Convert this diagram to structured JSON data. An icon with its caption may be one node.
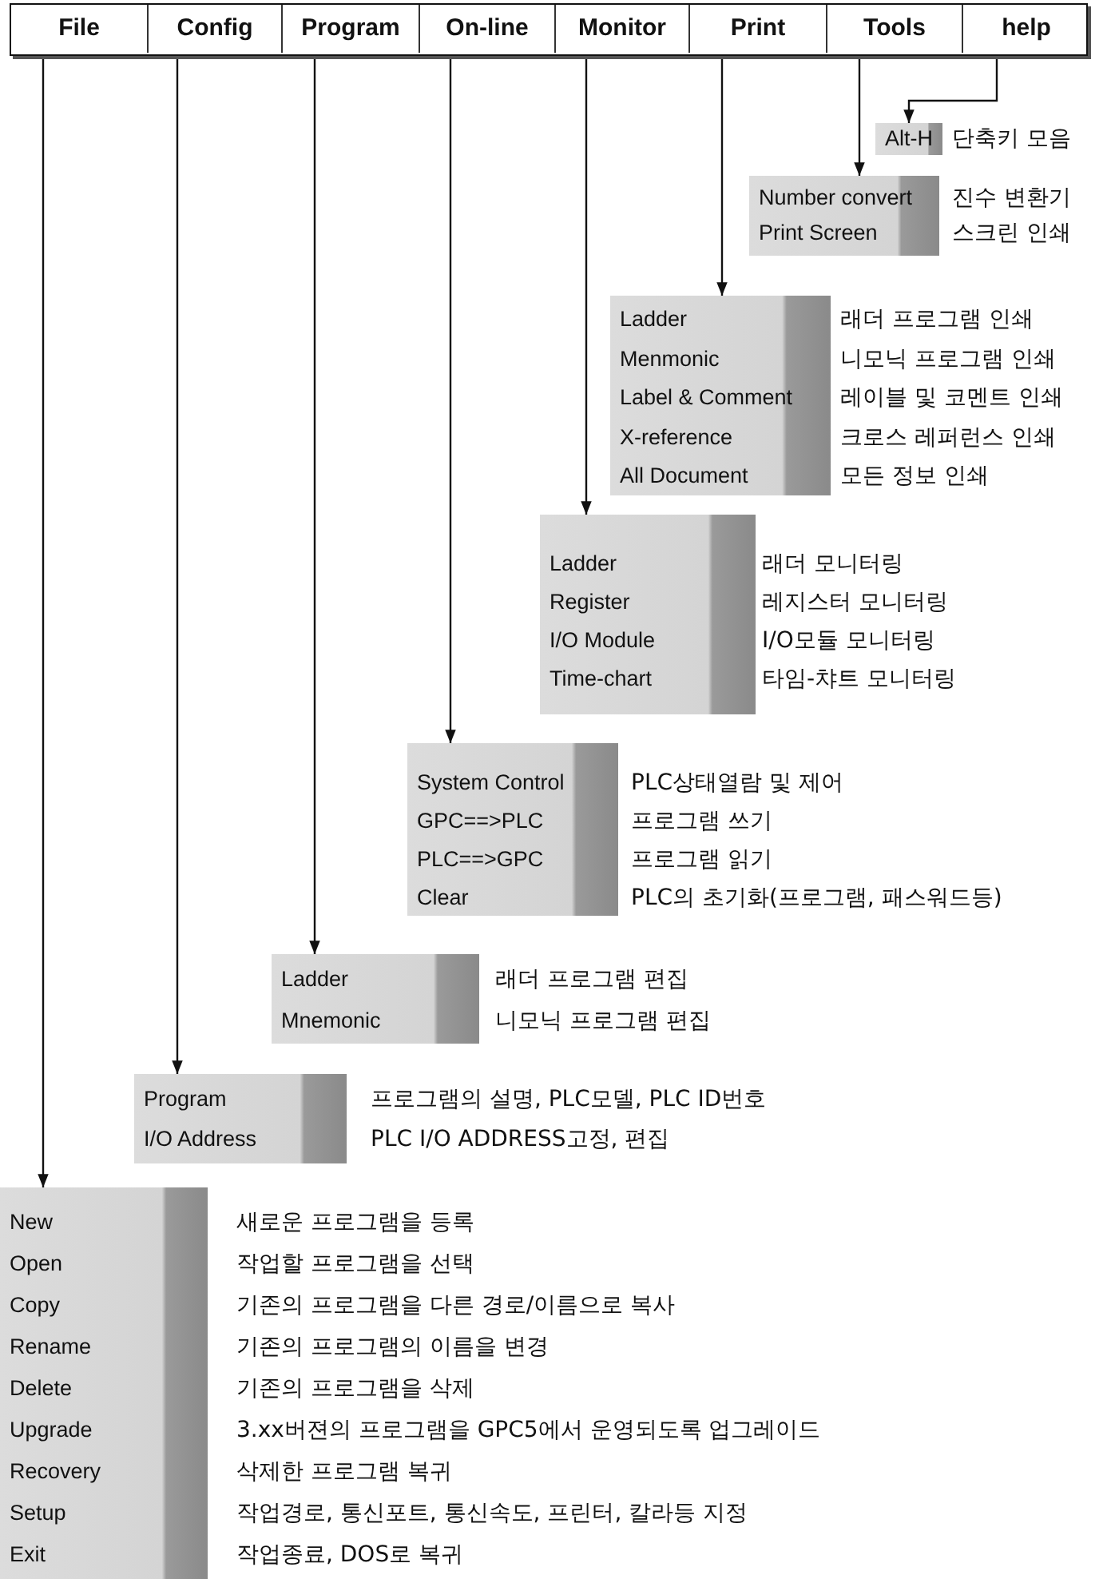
{
  "diagram": {
    "nodes": [
      {
        "text": [],
        "shape": "bar"
      },
      {
        "text": [
          "File"
        ],
        "in": 0
      },
      {
        "text": [
          "Config"
        ],
        "in": 0
      },
      {
        "text": [
          "Program"
        ],
        "in": 0
      },
      {
        "text": [
          "On-line"
        ],
        "in": 0
      },
      {
        "text": [
          "Monitor"
        ],
        "in": 0
      },
      {
        "text": [
          "Print"
        ],
        "in": 0
      },
      {
        "text": [
          "Tools"
        ],
        "in": 0
      },
      {
        "text": [
          "help"
        ],
        "in": 0
      },
      {
        "text": [
          "Alt-H"
        ],
        "beside": [
          "단축키 모음"
        ]
      },
      {
        "text": [
          "Number convert",
          "Print Screen"
        ],
        "beside": [
          "진수 변환기",
          "스크린 인쇄"
        ]
      },
      {
        "text": [
          "Ladder",
          "Menmonic",
          "Label & Comment",
          "X-reference",
          "All Document"
        ],
        "beside": [
          "래더 프로그램 인쇄",
          "니모닉 프로그램 인쇄",
          "레이블 및 코멘트 인쇄",
          "크로스 레퍼런스 인쇄",
          "모든 정보 인쇄"
        ]
      },
      {
        "text": [
          "Ladder",
          "Register",
          "I/O Module",
          "Time-chart"
        ],
        "beside": [
          "래더 모니터링",
          "레지스터 모니터링",
          "I/O모듈 모니터링",
          "타임-챠트 모니터링"
        ]
      },
      {
        "text": [
          "System Control",
          "GPC==>PLC",
          "PLC==>GPC",
          "Clear"
        ],
        "beside": [
          "PLC상태열람 및 제어",
          "프로그램 쓰기",
          "프로그램 읽기",
          "PLC의 초기화(프로그램, 패스워드등)"
        ]
      },
      {
        "text": [
          "Ladder",
          "Mnemonic"
        ],
        "beside": [
          "래더 프로그램 편집",
          "니모닉 프로그램 편집"
        ]
      },
      {
        "text": [
          "Program",
          "I/O Address"
        ],
        "beside": [
          "프로그램의 설명, PLC모델, PLC ID번호",
          "PLC I/O ADDRESS고정, 편집"
        ]
      },
      {
        "text": [
          "New",
          "Open",
          "Copy",
          "Rename",
          "Delete",
          "Upgrade",
          "Recovery",
          "Setup",
          "Exit"
        ],
        "beside": [
          "새로운 프로그램을 등록",
          "작업할 프로그램을 선택",
          "기존의 프로그램을 다른 경로/이름으로 복사",
          "기존의 프로그램의 이름을 변경",
          "기존의 프로그램을 삭제",
          "3.xx버젼의 프로그램을 GPC5에서 운영되도록 업그레이드",
          "삭제한 프로그램 복귀",
          "작업경로, 통신포트, 통신속도, 프린터, 칼라등 지정",
          "작업종료, DOS로 복귀"
        ]
      }
    ],
    "edges": [
      {
        "from": 1,
        "to": 16,
        "arrow": "to"
      },
      {
        "from": 2,
        "to": 15,
        "arrow": "to"
      },
      {
        "from": 3,
        "to": 14,
        "arrow": "to"
      },
      {
        "from": 4,
        "to": 13,
        "arrow": "to"
      },
      {
        "from": 5,
        "to": 12,
        "arrow": "to"
      },
      {
        "from": 6,
        "to": 11,
        "arrow": "to"
      },
      {
        "from": 7,
        "to": 10,
        "arrow": "to"
      },
      {
        "from": 8,
        "to": 9,
        "arrow": "to"
      }
    ]
  }
}
